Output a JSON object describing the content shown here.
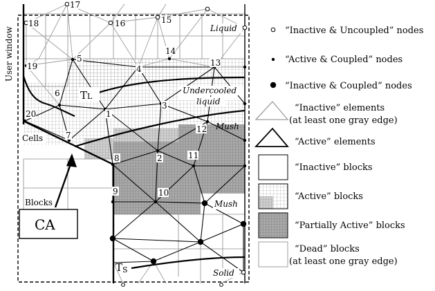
{
  "labels": {
    "user_window": "User window",
    "liquid": "Liquid",
    "undercooled_1": "Undercooled",
    "undercooled_2": "liquid",
    "mush_top": "Mush",
    "mush_mid": "Mush",
    "solid": "Solid",
    "cells": "Cells",
    "blocks": "Blocks",
    "ca": "CA",
    "tl_main": "T",
    "tl_sub": "L",
    "ts_main": "T",
    "ts_sub": "S"
  },
  "node_numbers": [
    "1",
    "2",
    "3",
    "4",
    "5",
    "6",
    "7",
    "8",
    "9",
    "10",
    "11",
    "12",
    "13",
    "14",
    "15",
    "16",
    "17",
    "18",
    "19",
    "20"
  ],
  "legend": {
    "inactive_uncoupled": "“Inactive & Uncoupled” nodes",
    "active_coupled": "“Active & Coupled” nodes",
    "inactive_coupled": "“Inactive & Coupled” nodes",
    "inactive_elements_1": "“Inactive” elements",
    "inactive_elements_2": "(at least one gray edge)",
    "active_elements": "“Active” elements",
    "inactive_blocks": "“Inactive” blocks",
    "active_blocks": "“Active” blocks",
    "partially_active_blocks": "“Partially Active” blocks",
    "dead_blocks_1": "“Dead” blocks",
    "dead_blocks_2": "(at least one gray edge)"
  },
  "colors": {
    "partially_active_fill": "#a9a9a9",
    "active_light_fill": "#d0d0d0",
    "grid_line": "#8a8a8a",
    "fine_grid_line": "#9a9a9a",
    "inactive_element_line": "#9c9c9c"
  }
}
